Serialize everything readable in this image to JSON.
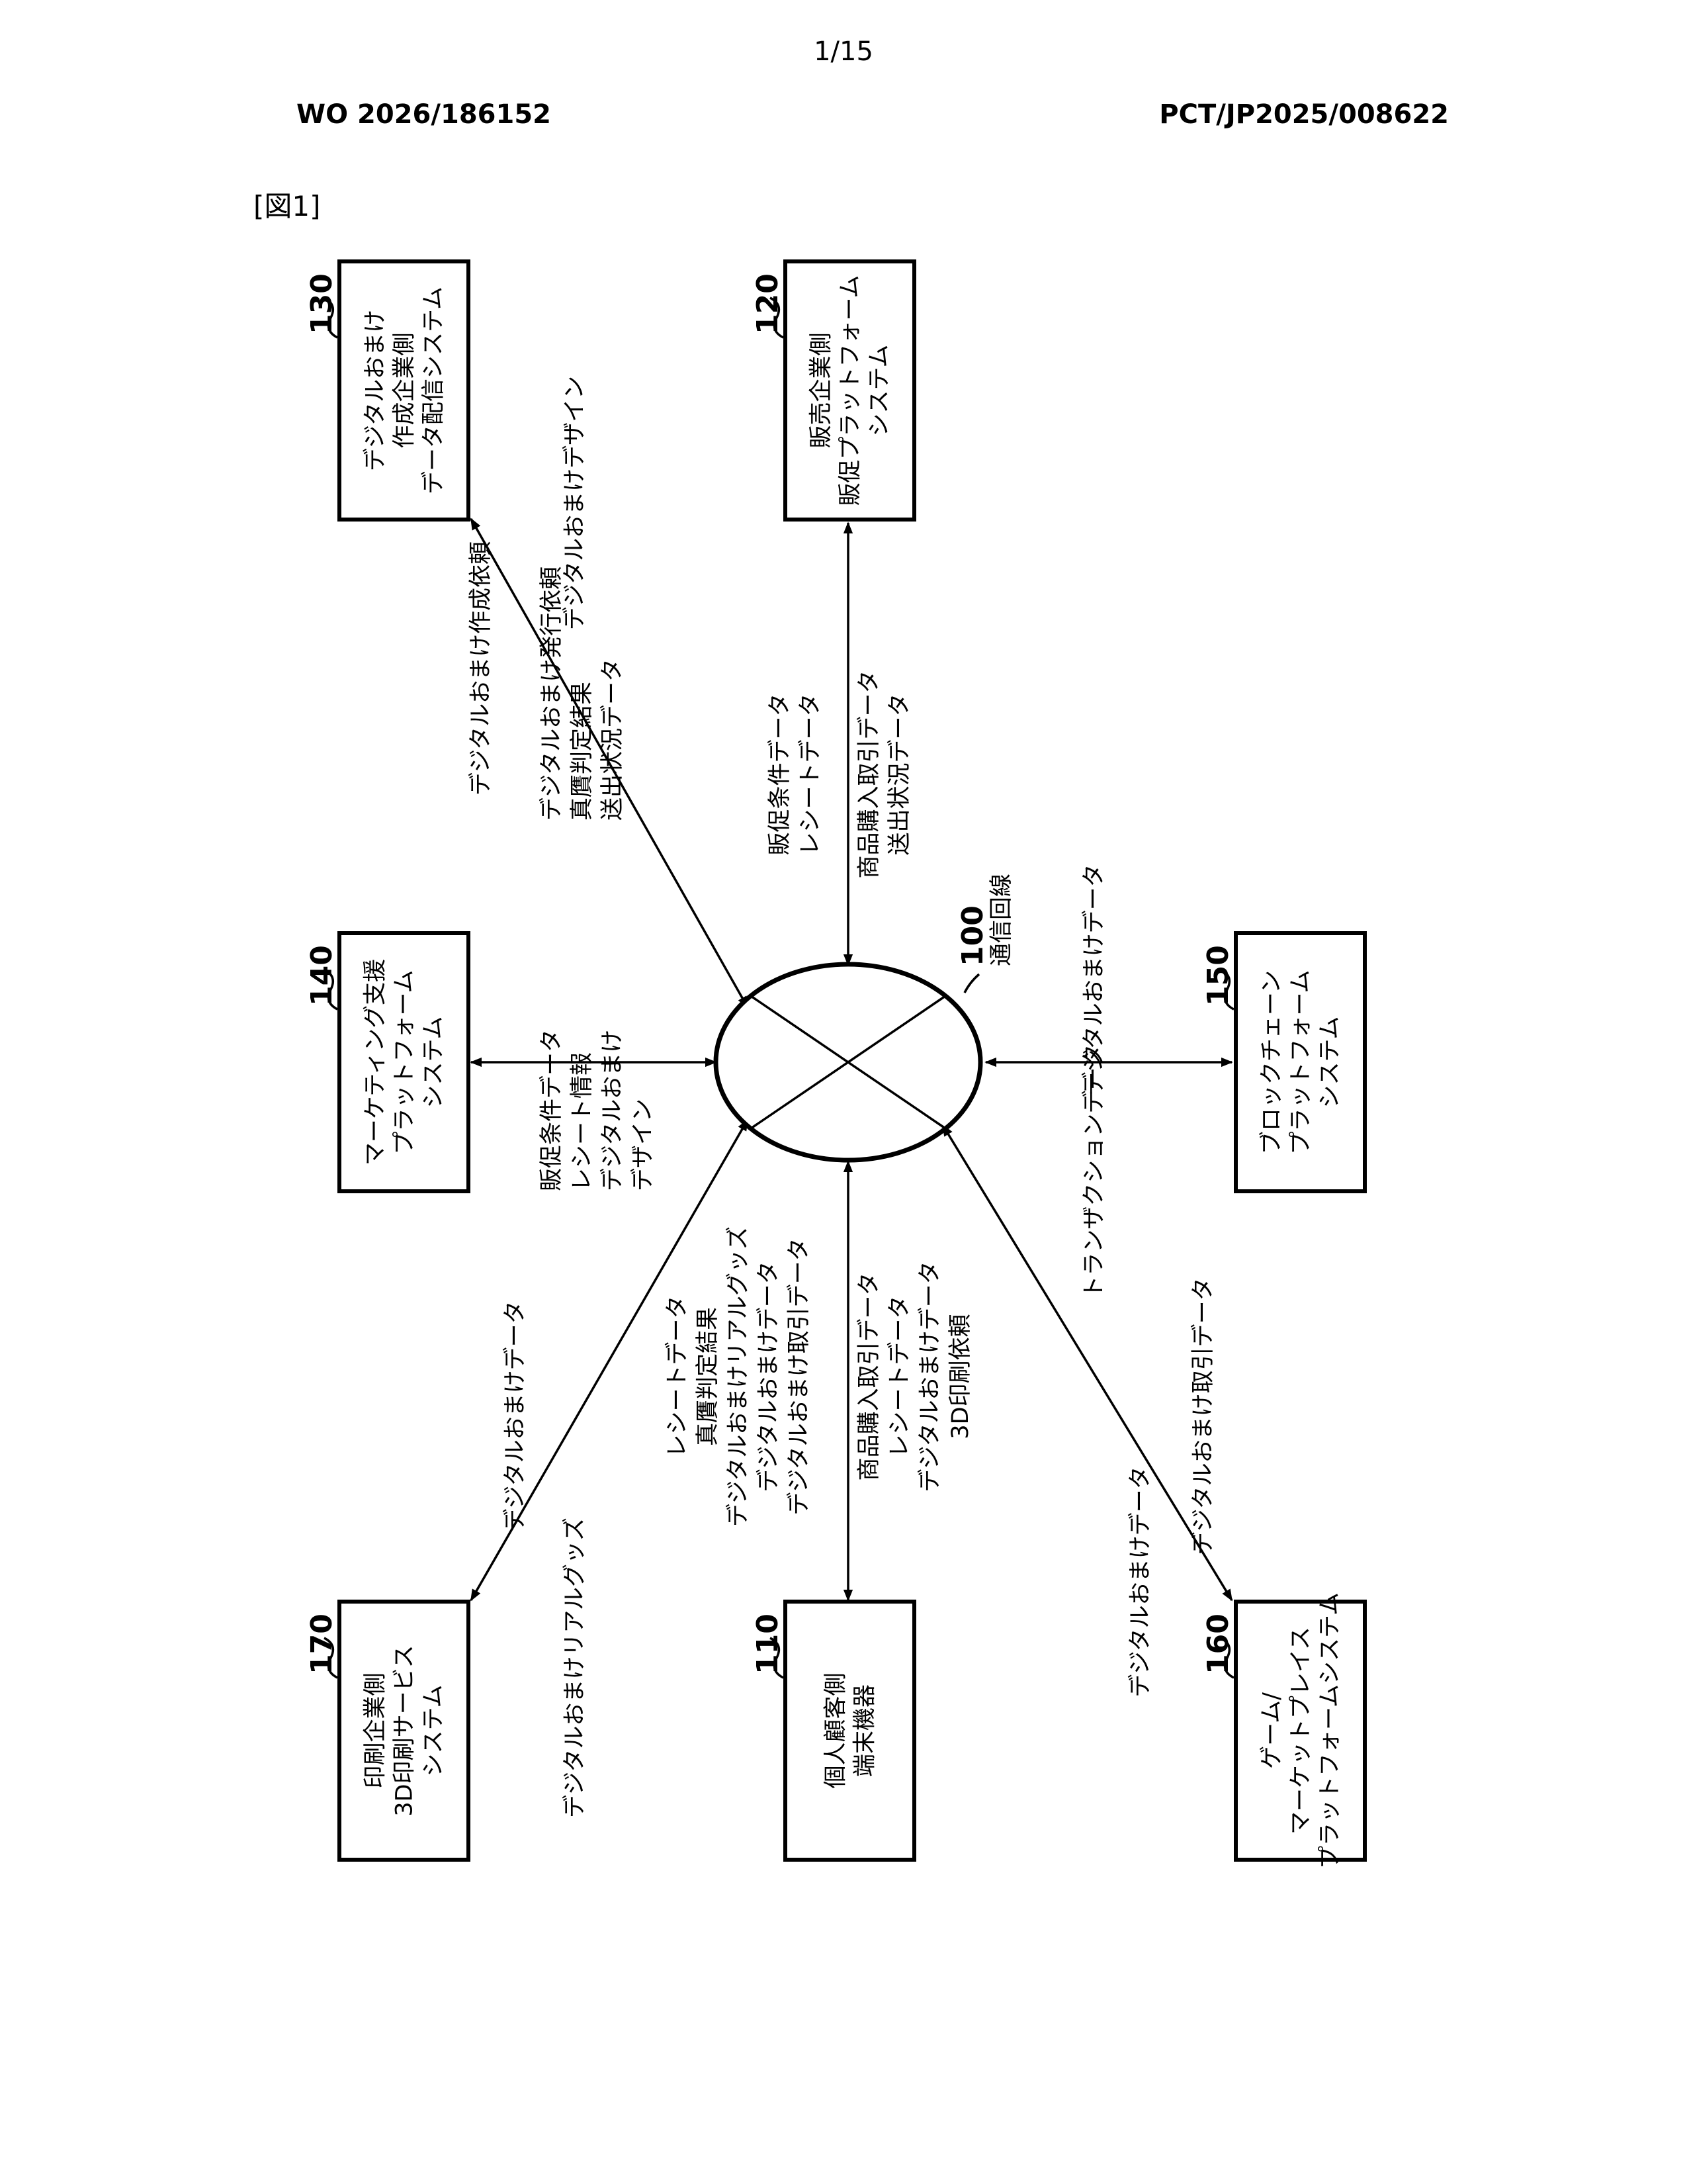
{
  "header": {
    "page_number": "1/15",
    "publication_number": "WO 2026/186152",
    "application_number": "PCT/JP2025/008622"
  },
  "figure_label": "[図1]",
  "network": {
    "ref": "100",
    "label": "通信回線"
  },
  "nodes": {
    "n110": {
      "ref": "110",
      "lines": [
        "個人顧客側",
        "端末機器"
      ]
    },
    "n120": {
      "ref": "120",
      "lines": [
        "販売企業側",
        "販促プラットフォーム",
        "システム"
      ]
    },
    "n130": {
      "ref": "130",
      "lines": [
        "デジタルおまけ",
        "作成企業側",
        "データ配信システム"
      ]
    },
    "n140": {
      "ref": "140",
      "lines": [
        "マーケティング支援",
        "プラットフォーム",
        "システム"
      ]
    },
    "n150": {
      "ref": "150",
      "lines": [
        "ブロックチェーン",
        "プラットフォーム",
        "システム"
      ]
    },
    "n160": {
      "ref": "160",
      "lines": [
        "ゲーム/",
        "マーケットプレイス",
        "プラットフォームシステム"
      ]
    },
    "n170": {
      "ref": "170",
      "lines": [
        "印刷企業側",
        "3D印刷サービス",
        "システム"
      ]
    }
  },
  "flows": {
    "f130_a": [
      "デジタルおまけ作成依頼"
    ],
    "f130_b": [
      "デジタルおまけデザイン"
    ],
    "f120_a": [
      "販促条件データ",
      "レシートデータ"
    ],
    "f120_b": [
      "商品購入取引データ",
      "送出状況データ"
    ],
    "f140_a": [
      "販促条件データ",
      "レシート情報",
      "デジタルおまけ",
      "デザイン"
    ],
    "f140_b": [
      "デジタルおまけ発行依頼",
      "真贋判定結果",
      "送出状況データ"
    ],
    "f150_a": [
      "トランザクションデータ"
    ],
    "f150_b": [
      "デジタルおまけデータ"
    ],
    "f110_a": [
      "レシートデータ",
      "真贋判定結果",
      "デジタルおまけリアルグッズ",
      "デジタルおまけデータ",
      "デジタルおまけ取引データ"
    ],
    "f110_b": [
      "商品購入取引データ",
      "レシートデータ",
      "デジタルおまけデータ",
      "3D印刷依頼"
    ],
    "f170_a": [
      "デジタルおまけデータ"
    ],
    "f170_b": [
      "デジタルおまけリアルグッズ"
    ],
    "f160_a": [
      "デジタルおまけデータ"
    ],
    "f160_b": [
      "デジタルおまけ取引データ"
    ]
  }
}
